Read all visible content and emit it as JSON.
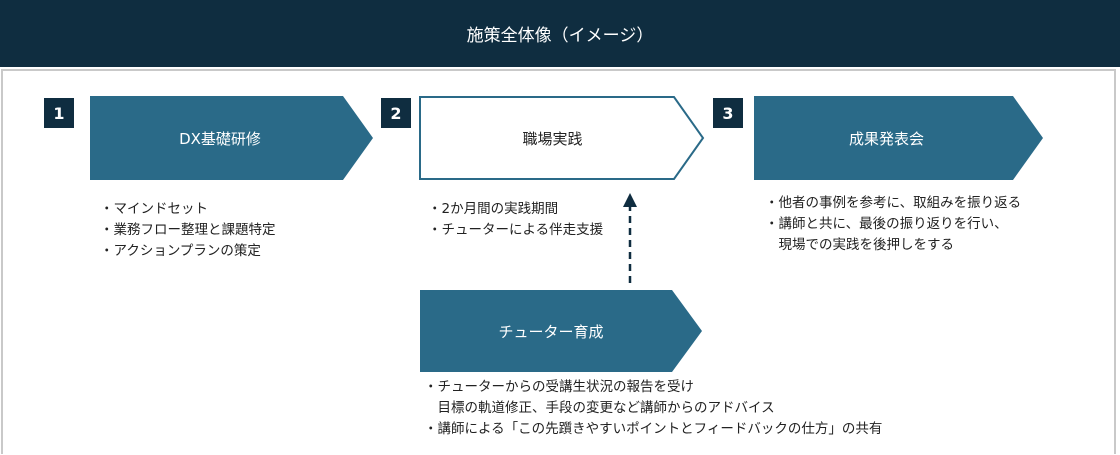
{
  "title": "施策全体像（イメージ）",
  "colors": {
    "navy": "#0f2d40",
    "teal": "#2a6a88",
    "border": "#c9c9c9"
  },
  "steps": [
    {
      "number": "1",
      "label": "DX基礎研修",
      "bullets": [
        "・マインドセット",
        "・業務フロー整理と課題特定",
        "・アクションプランの策定"
      ]
    },
    {
      "number": "2",
      "label": "職場実践",
      "bullets": [
        "・2か月間の実践期間",
        "・チューターによる伴走支援"
      ]
    },
    {
      "number": "3",
      "label": "成果発表会",
      "bullets": [
        "・他者の事例を参考に、取組みを振り返る",
        "・講師と共に、最後の振り返りを行い、",
        "　現場での実践を後押しをする"
      ]
    }
  ],
  "tutor": {
    "label": "チューター育成",
    "bullets": [
      "・チューターからの受講生状況の報告を受け",
      "　目標の軌道修正、手段の変更など講師からのアドバイス",
      "・講師による「この先躓きやすいポイントとフィードバックの仕方」の共有"
    ]
  }
}
